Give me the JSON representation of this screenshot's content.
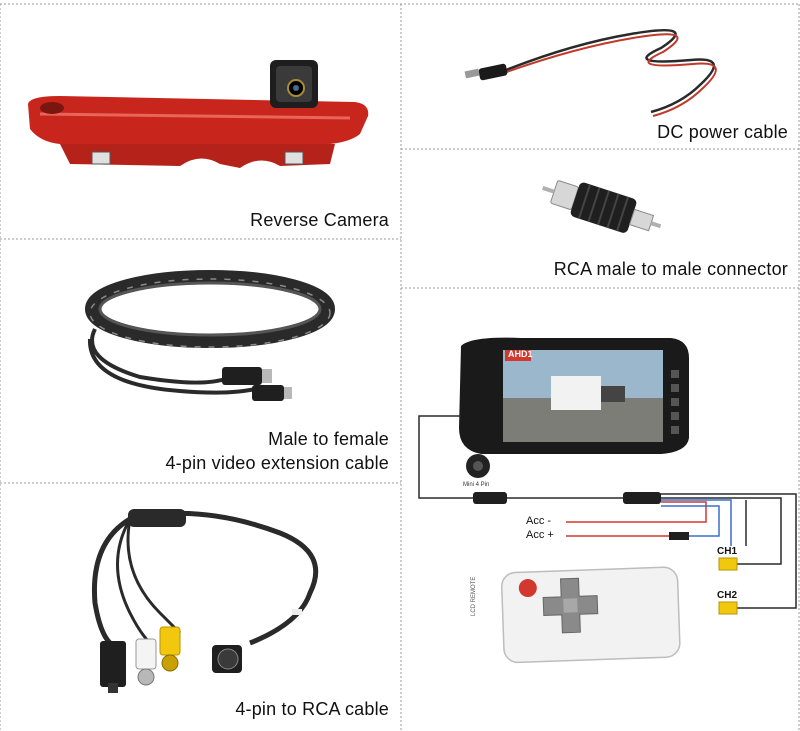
{
  "panels": {
    "reverse_camera": {
      "caption": "Reverse Camera"
    },
    "dc_power_cable": {
      "caption": "DC power cable"
    },
    "rca_connector": {
      "caption": "RCA male to male connector"
    },
    "extension_cable": {
      "caption_line1": "Male to female",
      "caption_line2": "4-pin video extension cable"
    },
    "rca_cable": {
      "caption": "4-pin to RCA cable"
    },
    "monitor_diagram": {
      "screen_badge": "AHD1",
      "mini_pin_label": "Mini 4 Pin",
      "acc_minus": "Acc -",
      "acc_plus": "Acc +",
      "ch1": "CH1",
      "ch2": "CH2",
      "remote_label": "LCD REMOTE"
    }
  },
  "colors": {
    "camera_red": "#c8261c",
    "divider": "#9a9a9a",
    "cable_dark": "#2a2a2a",
    "rca_yellow": "#f2c80f",
    "wire_blue": "#3b6fd1",
    "wire_red": "#d2382e"
  }
}
